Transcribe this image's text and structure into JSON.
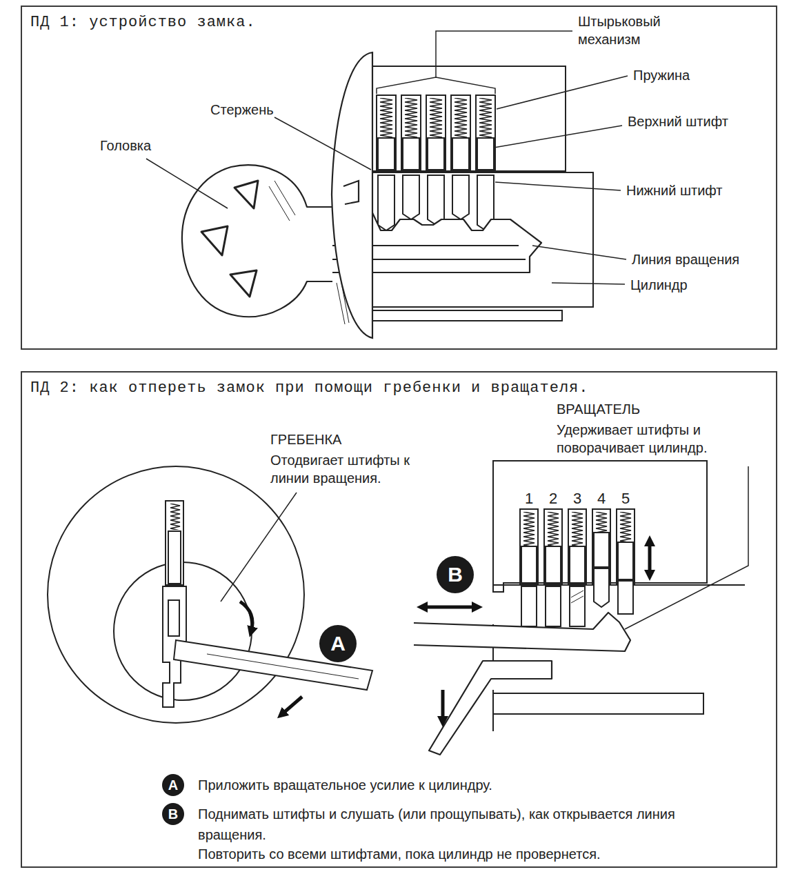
{
  "diagram": {
    "nodes": [
      {
        "text": [
          "ПД 1: устройство замка."
        ]
      },
      {
        "text": [
          "ПД 2: как отпереть замок при помощи гребенки и вращателя."
        ]
      },
      {
        "text": [
          "B"
        ],
        "in": 1
      },
      {
        "text": [
          "A"
        ],
        "in": 1
      },
      {
        "text": [
          "A"
        ],
        "in": 1
      },
      {
        "text": [
          "B"
        ],
        "in": 1
      }
    ],
    "labels": [
      "Штырьковый механизм",
      "Пружина",
      "Верхний штифт",
      "Стержень",
      "Головка",
      "Нижний штифт",
      "Линия вращения",
      "Цилиндр",
      "ГРЕБЕНКА",
      "Отодвигает штифты к линии вращения.",
      "ВРАЩАТЕЛЬ",
      "Удерживает штифты и поворачивает цилиндр.",
      "1",
      "2",
      "3",
      "4",
      "5",
      "Приложить вращательное усилие к цилиндру.",
      "Поднимать штифты и слушать (или прощупывать), как открывается линия вращения.",
      "Повторить со всеми штифтами, пока цилиндр не провернется."
    ]
  }
}
